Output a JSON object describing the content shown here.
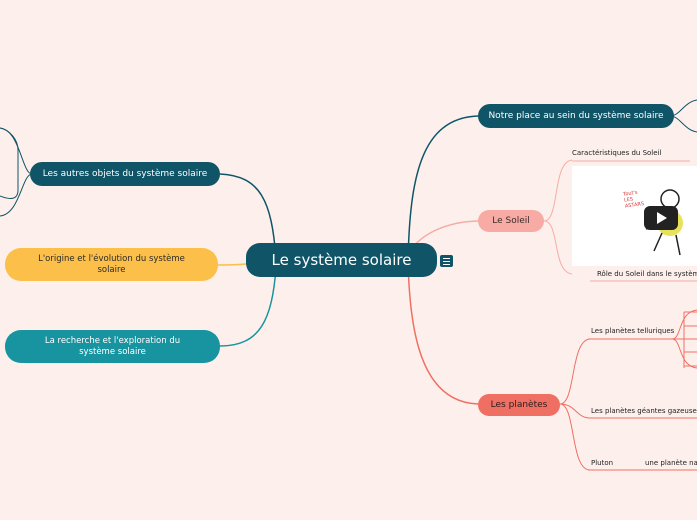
{
  "central": {
    "label": "Le système solaire"
  },
  "branches": {
    "notre_place": "Notre place au sein du système solaire",
    "autres_objets": "Les autres objets du système solaire",
    "origine": "L'origine et l'évolution du système solaire",
    "recherche": "La recherche et l'exploration du système solaire",
    "soleil": "Le Soleil",
    "planetes": "Les planètes"
  },
  "soleil": {
    "caracteristiques": "Caractéristiques du Soleil",
    "role": "Rôle du Soleil dans le système",
    "video_text": "Tout's LES ASTARS"
  },
  "planetes": {
    "telluriques": "Les planètes telluriques",
    "geantes": "Les planètes géantes gazeuses",
    "pluton": "Pluton",
    "planete_naine": "une planète nai"
  },
  "colors": {
    "background": "#fdf0ec",
    "teal": "#0f5567",
    "yellow": "#fbbf4a",
    "cyan": "#17949f",
    "pink": "#f7aba4",
    "salmon": "#f06f63"
  }
}
